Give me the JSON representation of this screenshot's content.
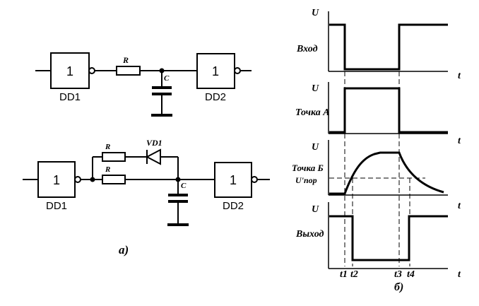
{
  "schematic_a": {
    "gate_value": "1",
    "driver_label": "DD1",
    "receiver_label": "DD2",
    "resistor_label": "R",
    "capacitor_label": "C"
  },
  "schematic_b": {
    "gate_value": "1",
    "driver_label": "DD1",
    "receiver_label": "DD2",
    "resistor_top_label": "R",
    "resistor_bottom_label": "R",
    "diode_label": "VD1",
    "capacitor_label": "C"
  },
  "caption_a": "a)",
  "caption_b": "б)",
  "timing": {
    "y_axis_label": "U",
    "x_axis_label": "t",
    "panels": [
      {
        "name": "Вход"
      },
      {
        "name": "Точка А"
      },
      {
        "name": "Точка Б",
        "threshold_label": "U'пор"
      },
      {
        "name": "Выход"
      }
    ],
    "time_marks": [
      "t1",
      "t2",
      "t3",
      "t4"
    ]
  }
}
